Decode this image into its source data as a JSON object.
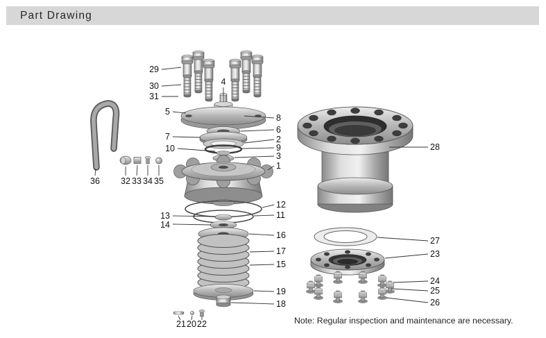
{
  "header": {
    "title": "Part Drawing"
  },
  "note": "Note: Regular inspection and maintenance are necessary.",
  "callouts": {
    "c1": "1",
    "c2": "2",
    "c3": "3",
    "c4": "4",
    "c5": "5",
    "c6": "6",
    "c7": "7",
    "c8": "8",
    "c9": "9",
    "c10": "10",
    "c11": "11",
    "c12": "12",
    "c13": "13",
    "c14": "14",
    "c15": "15",
    "c16": "16",
    "c17": "17",
    "c18": "18",
    "c19": "19",
    "c20": "20",
    "c21": "21",
    "c22": "22",
    "c23": "23",
    "c24": "24",
    "c25": "25",
    "c26": "26",
    "c27": "27",
    "c28": "28",
    "c29": "29",
    "c30": "30",
    "c31": "31",
    "c32": "32",
    "c33": "33",
    "c34": "34",
    "c35": "35",
    "c36": "36"
  }
}
